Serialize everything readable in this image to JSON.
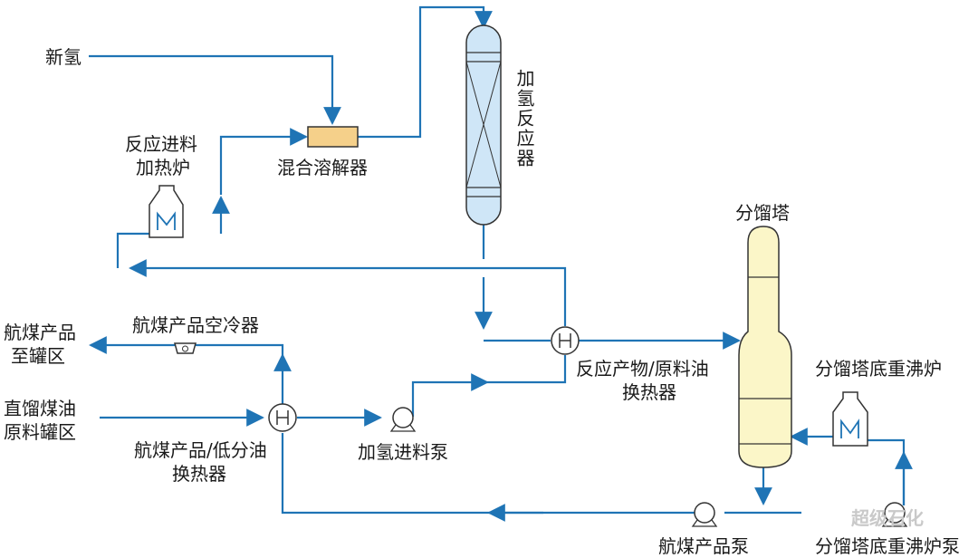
{
  "labels": {
    "new_h2": "新氢",
    "mixer": "混合溶解器",
    "reactor": "加氢反应器",
    "heater_line1": "反应进料",
    "heater_line2": "加热炉",
    "fractionator": "分馏塔",
    "air_cooler": "航煤产品空冷器",
    "product_to_tank_1": "航煤产品",
    "product_to_tank_2": "至罐区",
    "feed_tank_1": "直馏煤油",
    "feed_tank_2": "原料罐区",
    "hx_product_1": "航煤产品/低分油",
    "hx_product_2": "换热器",
    "feed_pump": "加氢进料泵",
    "hx_reaction_1": "反应产物/原料油",
    "hx_reaction_2": "换热器",
    "reboiler": "分馏塔底重沸炉",
    "product_pump": "航煤产品泵",
    "bottom_pump": "分馏塔底重沸炉泵"
  },
  "watermark": "超级石化",
  "colors": {
    "line": "#1f74b5",
    "reactor_fill": "#cfe6f7",
    "column_fill": "#fbf6c8",
    "mixer_fill": "#f5d08a",
    "equipment_stroke": "#333333"
  }
}
